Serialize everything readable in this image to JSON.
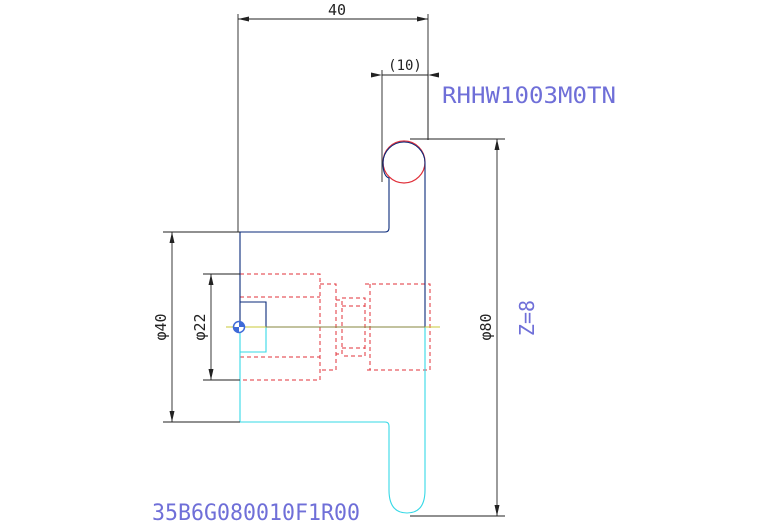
{
  "drawing": {
    "dimensions": {
      "overall_width": "40",
      "tip_width": "(10)",
      "bore_diameter": "φ22",
      "hub_diameter": "φ40",
      "outer_diameter": "φ80"
    },
    "part_number_top": "RHHW1003M0TN",
    "part_number_bottom": "35B6G080010F1R00",
    "teeth_count": "Z=8"
  },
  "colors": {
    "background": "#ffffff",
    "dimension": "#222222",
    "outline": "#0a2a7a",
    "outline_lower": "#36d8e6",
    "hidden": "#e0303a",
    "annotation": "#6f6fd8",
    "centerline": "#c8c838"
  }
}
